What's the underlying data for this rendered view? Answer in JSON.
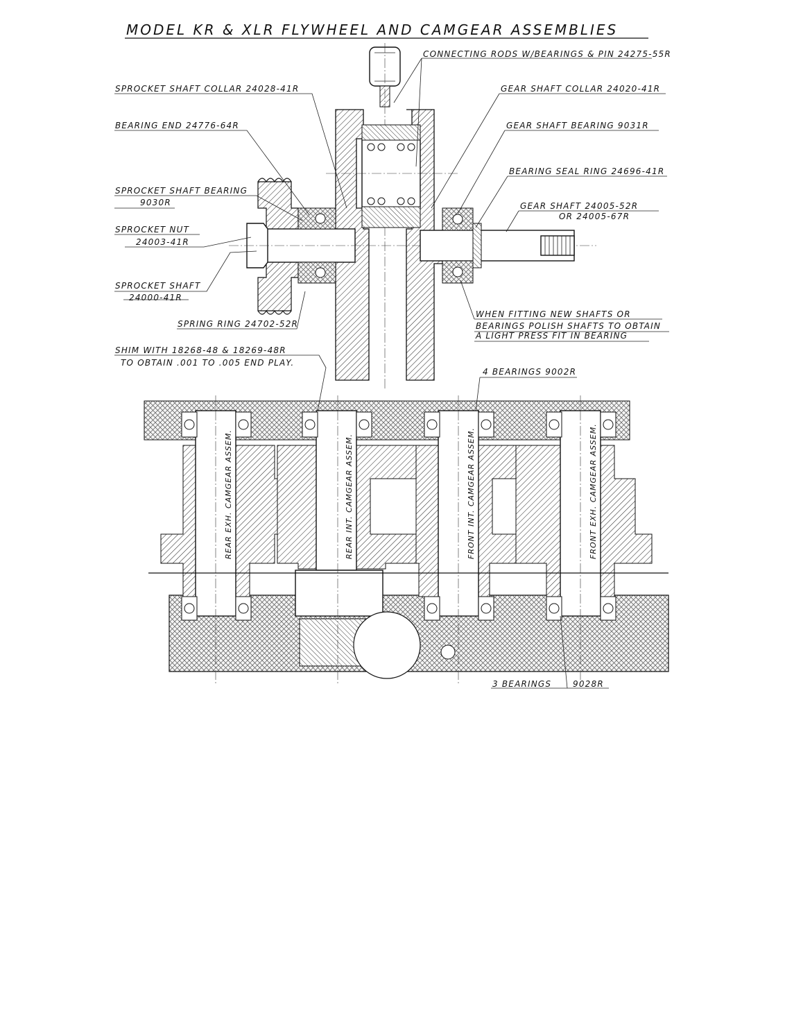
{
  "title": "MODEL KR & XLR FLYWHEEL AND CAMGEAR ASSEMBLIES",
  "callouts": {
    "connecting_rods": "CONNECTING RODS W/BEARINGS & PIN 24275-55R",
    "sprocket_shaft_collar": "SPROCKET SHAFT COLLAR 24028-41R",
    "gear_shaft_collar": "GEAR SHAFT COLLAR 24020-41R",
    "bearing_end": "BEARING END 24776-64R",
    "gear_shaft_bearing": "GEAR SHAFT BEARING 9031R",
    "bearing_seal_ring": "BEARING SEAL RING 24696-41R",
    "sprocket_shaft_bearing_1": "SPROCKET SHAFT BEARING",
    "sprocket_shaft_bearing_2": "9030R",
    "gear_shaft_1": "GEAR SHAFT 24005-52R",
    "gear_shaft_2": "OR 24005-67R",
    "sprocket_nut_1": "SPROCKET NUT",
    "sprocket_nut_2": "24003-41R",
    "sprocket_shaft_1": "SPROCKET SHAFT",
    "sprocket_shaft_2": "24000-41R",
    "fitting_note_1": "WHEN FITTING NEW SHAFTS OR",
    "fitting_note_2": "BEARINGS POLISH SHAFTS TO OBTAIN",
    "fitting_note_3": "A LIGHT PRESS FIT IN BEARING",
    "spring_ring": "SPRING RING 24702-52R",
    "shim_1": "SHIM WITH 18268-48 & 18269-48R",
    "shim_2": "TO OBTAIN .001 TO .005 END PLAY.",
    "four_bearings": "4 BEARINGS 9002R",
    "three_bearings_1": "3 BEARINGS",
    "three_bearings_2": "9028R"
  },
  "camgears": [
    "REAR EXH. CAMGEAR ASSEM.",
    "REAR INT. CAMGEAR ASSEM.",
    "FRONT INT. CAMGEAR ASSEM.",
    "FRONT EXH. CAMGEAR ASSEM."
  ]
}
